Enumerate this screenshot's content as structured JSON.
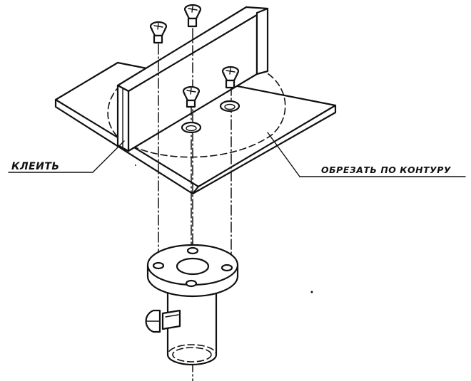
{
  "annotations": {
    "glue": "КЛЕИТЬ",
    "trim": "ОБРЕЗАТЬ ПО КОНТУРУ"
  },
  "parts": {
    "screws": "countersunk-screw-icon",
    "base_plate": "l-bracket",
    "flange": "round-flange",
    "post": "cylinder-post",
    "knob": "thumb-screw-icon"
  }
}
